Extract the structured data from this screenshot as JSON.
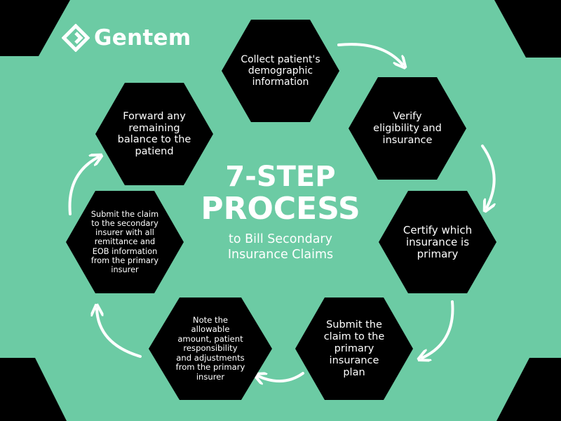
{
  "brand": {
    "name": "Gentem"
  },
  "colors": {
    "background": "#6ccba4",
    "hexagon": "#000000",
    "text": "#ffffff",
    "corner": "#000000"
  },
  "title": {
    "line1": "7-STEP",
    "line2": "PROCESS",
    "subtitle": "to Bill Secondary\nInsurance Claims"
  },
  "steps": [
    {
      "text": "Collect patient's\ndemographic\ninformation"
    },
    {
      "text": "Verify\neligibility and\ninsurance"
    },
    {
      "text": "Certify which\ninsurance is\nprimary"
    },
    {
      "text": "Submit the\nclaim to the\nprimary\ninsurance\nplan"
    },
    {
      "text": "Note the\nallowable\namount, patient\nresponsibility\nand adjustments\nfrom the primary\ninsurer"
    },
    {
      "text": "Submit the claim\nto the secondary\ninsurer with all\nremittance and\nEOB information\nfrom the primary\ninsurer"
    },
    {
      "text": "Forward any\nremaining\nbalance to the\npatiend"
    }
  ]
}
